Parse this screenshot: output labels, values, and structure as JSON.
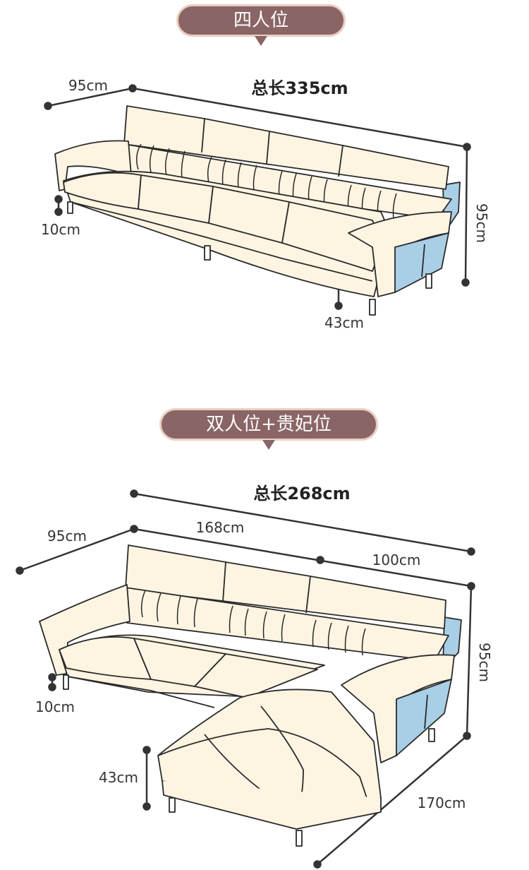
{
  "colors": {
    "badge": "#8a6565",
    "badge_border": "#e9cfc3",
    "cushion": "#fdf4e2",
    "back_panel": "#a9cfe6",
    "line": "#333333"
  },
  "sections": [
    {
      "badge": "四人位",
      "total_length": "总长335cm",
      "depth": "95cm",
      "height": "95cm",
      "leg_height": "10cm",
      "seat_height": "43cm"
    },
    {
      "badge": "双人位+贵妃位",
      "total_length": "总长268cm",
      "depth": "95cm",
      "main_length": "168cm",
      "chaise_width": "100cm",
      "height": "95cm",
      "leg_height": "10cm",
      "seat_height": "43cm",
      "chaise_length": "170cm"
    }
  ]
}
